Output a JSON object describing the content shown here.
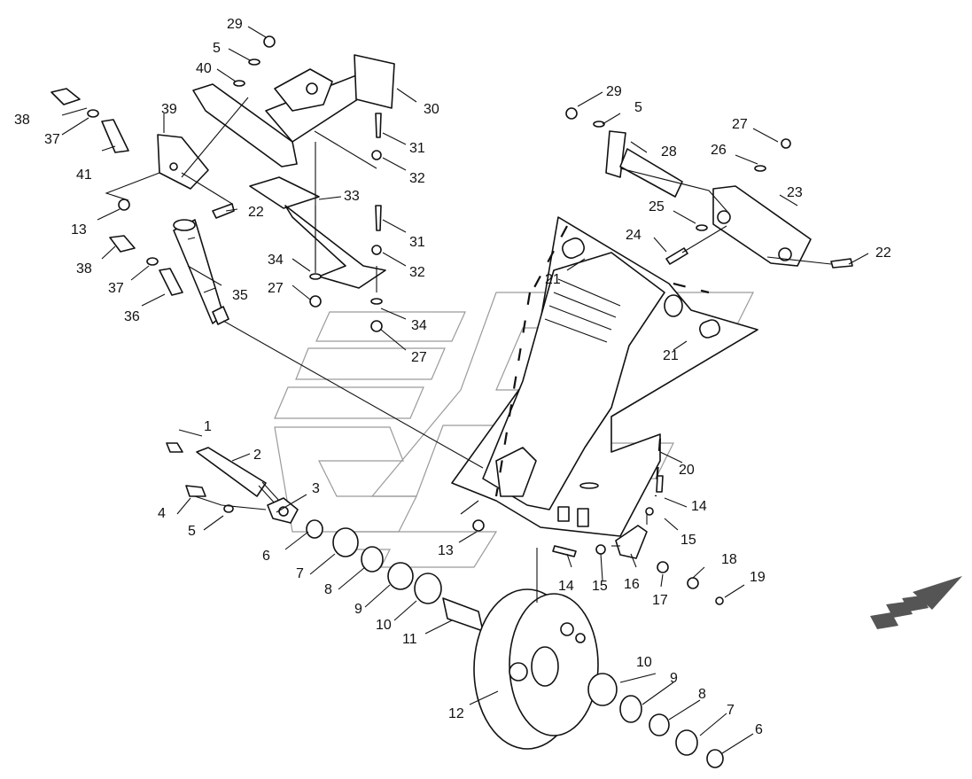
{
  "callouts": [
    {
      "id": "c29a",
      "text": "29"
    },
    {
      "id": "c5a",
      "text": "5"
    },
    {
      "id": "c40",
      "text": "40"
    },
    {
      "id": "c30",
      "text": "30"
    },
    {
      "id": "c31a",
      "text": "31"
    },
    {
      "id": "c32a",
      "text": "32"
    },
    {
      "id": "c38a",
      "text": "38"
    },
    {
      "id": "c37a",
      "text": "37"
    },
    {
      "id": "c39",
      "text": "39"
    },
    {
      "id": "c41",
      "text": "41"
    },
    {
      "id": "c13a",
      "text": "13"
    },
    {
      "id": "c22a",
      "text": "22"
    },
    {
      "id": "c33",
      "text": "33"
    },
    {
      "id": "c31b",
      "text": "31"
    },
    {
      "id": "c32b",
      "text": "32"
    },
    {
      "id": "c34a",
      "text": "34"
    },
    {
      "id": "c27a",
      "text": "27"
    },
    {
      "id": "c34b",
      "text": "34"
    },
    {
      "id": "c27b",
      "text": "27"
    },
    {
      "id": "c38b",
      "text": "38"
    },
    {
      "id": "c37b",
      "text": "37"
    },
    {
      "id": "c35",
      "text": "35"
    },
    {
      "id": "c36",
      "text": "36"
    },
    {
      "id": "c29b",
      "text": "29"
    },
    {
      "id": "c5b",
      "text": "5"
    },
    {
      "id": "c27c",
      "text": "27"
    },
    {
      "id": "c28",
      "text": "28"
    },
    {
      "id": "c26",
      "text": "26"
    },
    {
      "id": "c23",
      "text": "23"
    },
    {
      "id": "c25",
      "text": "25"
    },
    {
      "id": "c24",
      "text": "24"
    },
    {
      "id": "c22b",
      "text": "22"
    },
    {
      "id": "c21a",
      "text": "21"
    },
    {
      "id": "c21b",
      "text": "21"
    },
    {
      "id": "c20",
      "text": "20"
    },
    {
      "id": "c1",
      "text": "1"
    },
    {
      "id": "c2",
      "text": "2"
    },
    {
      "id": "c3",
      "text": "3"
    },
    {
      "id": "c4",
      "text": "4"
    },
    {
      "id": "c5c",
      "text": "5"
    },
    {
      "id": "c6a",
      "text": "6"
    },
    {
      "id": "c7a",
      "text": "7"
    },
    {
      "id": "c8a",
      "text": "8"
    },
    {
      "id": "c9a",
      "text": "9"
    },
    {
      "id": "c10a",
      "text": "10"
    },
    {
      "id": "c11",
      "text": "11"
    },
    {
      "id": "c12",
      "text": "12"
    },
    {
      "id": "c13b",
      "text": "13"
    },
    {
      "id": "c14a",
      "text": "14"
    },
    {
      "id": "c15a",
      "text": "15"
    },
    {
      "id": "c14b",
      "text": "14"
    },
    {
      "id": "c15b",
      "text": "15"
    },
    {
      "id": "c16",
      "text": "16"
    },
    {
      "id": "c17",
      "text": "17"
    },
    {
      "id": "c18",
      "text": "18"
    },
    {
      "id": "c19",
      "text": "19"
    },
    {
      "id": "c10b",
      "text": "10"
    },
    {
      "id": "c9b",
      "text": "9"
    },
    {
      "id": "c8b",
      "text": "8"
    },
    {
      "id": "c7b",
      "text": "7"
    },
    {
      "id": "c6b",
      "text": "6"
    }
  ],
  "colors": {
    "ink": "#111111",
    "watermark": "#9a9a9a",
    "background": "#ffffff"
  }
}
